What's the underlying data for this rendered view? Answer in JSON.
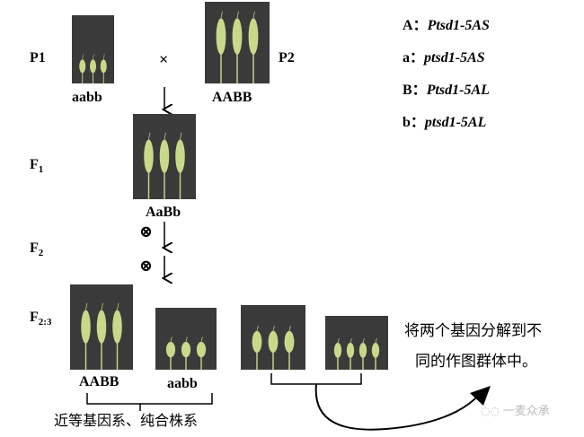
{
  "generations": {
    "p1": "P1",
    "p2": "P2",
    "f1": "F",
    "f1_sub": "1",
    "f2": "F",
    "f2_sub": "2",
    "f23": "F",
    "f23_sub": "2:3"
  },
  "genotypes": {
    "p1": "aabb",
    "p2": "AABB",
    "f1": "AaBb",
    "f23_a": "AABB",
    "f23_b": "aabb"
  },
  "symbols": {
    "cross": "×",
    "self1": "⊗",
    "self2": "⊗"
  },
  "legend": [
    {
      "key": "A",
      "sep": "：",
      "gene": "Ptsd1-5AS"
    },
    {
      "key": "a",
      "sep": "：",
      "gene": "ptsd1-5AS"
    },
    {
      "key": "B",
      "sep": "：",
      "gene": "Ptsd1-5AL"
    },
    {
      "key": "b",
      "sep": "：",
      "gene": "ptsd1-5AL"
    }
  ],
  "notes": {
    "nil": "近等基因系、纯合株系",
    "decompose_line1": "将两个基因分解到不",
    "decompose_line2": "同的作图群体中。"
  },
  "watermark": "一麦众承",
  "colors": {
    "spike": "#c9d98a",
    "photo_bg": "#3a3a3a"
  }
}
